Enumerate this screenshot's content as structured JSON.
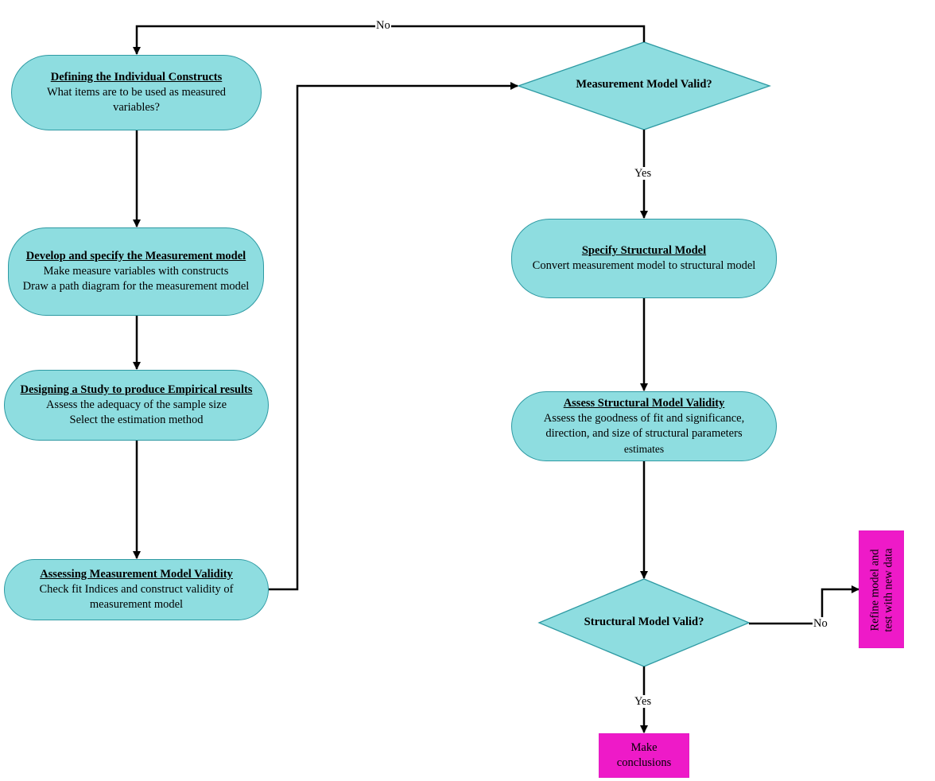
{
  "nodes": {
    "define": {
      "title": "Defining the Individual Constructs",
      "lines": [
        "What items are to be used as measured",
        "variables?"
      ]
    },
    "develop": {
      "title": "Develop and specify the Measurement model",
      "lines": [
        "Make measure variables with constructs",
        "Draw a path diagram for the measurement model"
      ]
    },
    "design": {
      "title": "Designing a Study to produce Empirical results",
      "lines": [
        "Assess the adequacy of the sample size",
        "Select the estimation method"
      ]
    },
    "assess_meas": {
      "title": "Assessing Measurement Model Validity",
      "lines": [
        "Check fit Indices and construct validity of",
        "measurement model"
      ]
    },
    "meas_valid": {
      "label": "Measurement Model Valid?"
    },
    "spec_struct": {
      "title": "Specify Structural Model",
      "lines": [
        "Convert measurement model to structural model"
      ]
    },
    "assess_struct": {
      "title": "Assess Structural Model Validity",
      "lines": [
        "Assess the goodness of fit and significance,",
        "direction, and size of structural parameters",
        "estimates"
      ]
    },
    "struct_valid": {
      "label": "Structural Model Valid?"
    },
    "conclusions": {
      "lines": [
        "Make",
        "conclusions"
      ]
    },
    "refine": {
      "lines": [
        "Refine model and",
        "test with new data"
      ]
    }
  },
  "edge_labels": {
    "no_top": "No",
    "yes_meas": "Yes",
    "no_struct": "No",
    "yes_struct": "Yes"
  },
  "colors": {
    "node_fill": "#8edde0",
    "node_border": "#2e9aa3",
    "terminal_fill": "#ee1ac8",
    "line": "#000000"
  }
}
